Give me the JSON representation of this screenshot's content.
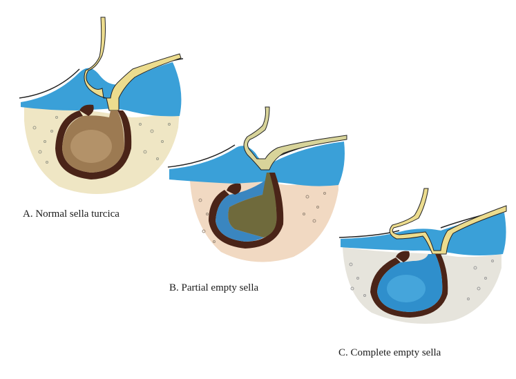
{
  "panels": [
    {
      "id": "a",
      "caption": "A. Normal sella turcica",
      "fill": "#9c7a52",
      "fill_light": "#c3a27a"
    },
    {
      "id": "b",
      "caption": "B. Partial empty sella",
      "fill": "#6f6a3c",
      "fill_light": "#3a86c0"
    },
    {
      "id": "c",
      "caption": "C. Complete empty sella",
      "fill": "#2f8fcc",
      "fill_light": "#55b4e4"
    }
  ],
  "colors": {
    "csf_blue": "#3aa0d8",
    "bone": "#efe6c4",
    "bone_warm": "#f1d9c2",
    "bone_gray": "#e6e4dc",
    "stalk_yellow": "#ecdc8e",
    "dura_dark": "#4a2418",
    "pituitary_brown": "#9c7a52"
  }
}
